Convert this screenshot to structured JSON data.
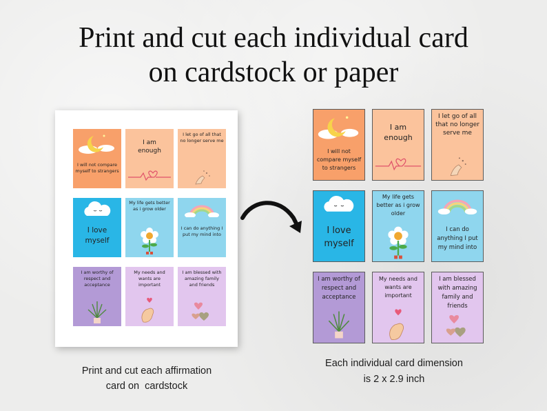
{
  "heading": {
    "line1": "Print and cut each individual card",
    "line2": "on cardstock or paper"
  },
  "cards": [
    {
      "text": "I will not compare myself to strangers",
      "color": "#f8a06a",
      "art": "moon-icon"
    },
    {
      "text": "I am enough",
      "color": "#fbc39c",
      "art": "heartbeat-icon"
    },
    {
      "text": "I let go of all that no longer serve me",
      "color": "#fbc39c",
      "art": "hand-sparkle-icon"
    },
    {
      "text": "I love myself",
      "color": "#29b6e6",
      "art": "cloud-icon"
    },
    {
      "text": "My life gets better as i grow older",
      "color": "#8fd6ee",
      "art": "flower-icon"
    },
    {
      "text": "I can do anything I put my mind into",
      "color": "#8fd6ee",
      "art": "rainbow-icon"
    },
    {
      "text": "I am worthy of respect and acceptance",
      "color": "#b39ad6",
      "art": "plant-icon"
    },
    {
      "text": "My needs and wants are important",
      "color": "#e2c6ee",
      "art": "finger-heart-icon"
    },
    {
      "text": "I am blessed with amazing family and friends",
      "color": "#e2c6ee",
      "art": "hearts-icon"
    }
  ],
  "captions": {
    "left_line1": "Print and cut each affirmation",
    "left_line2": "card on  cardstock",
    "right_line1": "Each individual card dimension",
    "right_line2": "is 2 x 2.9 inch"
  }
}
